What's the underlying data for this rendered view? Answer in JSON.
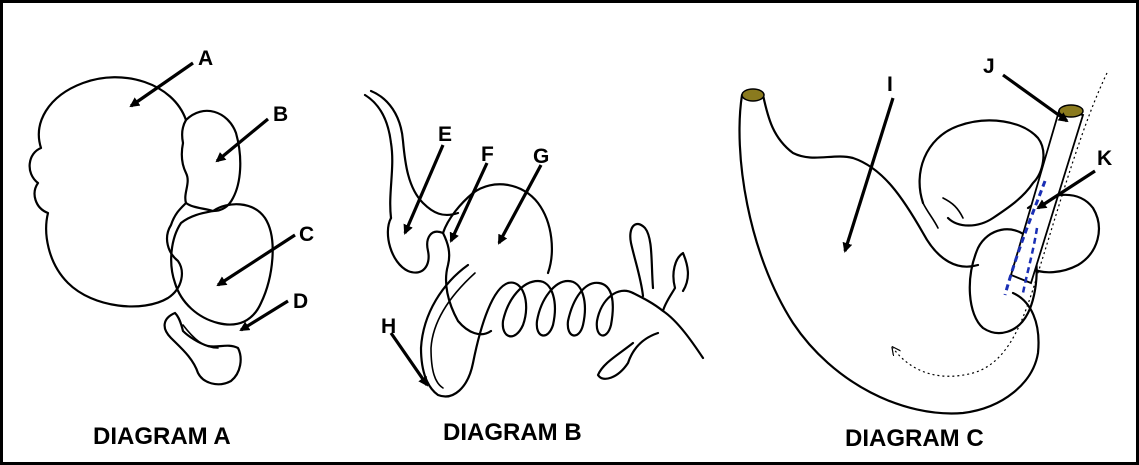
{
  "diagrams": [
    {
      "caption": "DIAGRAM A",
      "labels": [
        "A",
        "B",
        "C",
        "D"
      ]
    },
    {
      "caption": "DIAGRAM B",
      "labels": [
        "E",
        "F",
        "G",
        "H"
      ]
    },
    {
      "caption": "DIAGRAM C",
      "labels": [
        "I",
        "J",
        "K"
      ]
    }
  ],
  "colors": {
    "line": "#000000",
    "tube_fill": "#8a7a1e",
    "dashed_line": "#1a2fb5"
  }
}
